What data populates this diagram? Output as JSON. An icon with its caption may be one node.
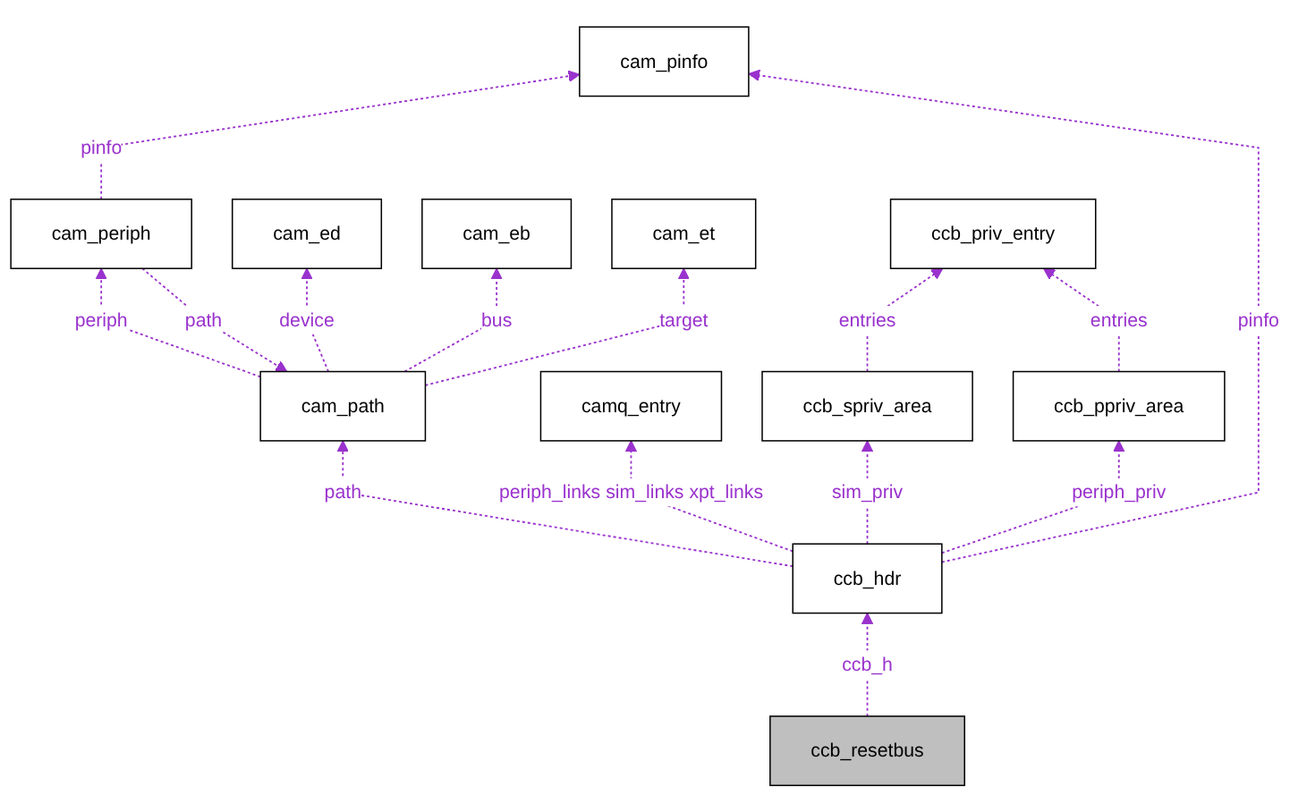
{
  "diagram": {
    "nodes": [
      {
        "text": [
          "cam_pinfo"
        ]
      },
      {
        "text": [
          "cam_periph"
        ]
      },
      {
        "text": [
          "cam_ed"
        ]
      },
      {
        "text": [
          "cam_eb"
        ]
      },
      {
        "text": [
          "cam_et"
        ]
      },
      {
        "text": [
          "ccb_priv_entry"
        ]
      },
      {
        "text": [
          "cam_path"
        ]
      },
      {
        "text": [
          "camq_entry"
        ]
      },
      {
        "text": [
          "ccb_spriv_area"
        ]
      },
      {
        "text": [
          "ccb_ppriv_area"
        ]
      },
      {
        "text": [
          "ccb_hdr"
        ]
      },
      {
        "text": [
          "ccb_resetbus"
        ]
      }
    ],
    "edges": [
      {
        "from": 1,
        "to": 0,
        "label": "pinfo",
        "arrow": "to",
        "style": "dashed"
      },
      {
        "from": 6,
        "to": 1,
        "label": "periph",
        "arrow": "to",
        "style": "dashed"
      },
      {
        "from": 1,
        "to": 6,
        "label": "path",
        "arrow": "to",
        "style": "dashed"
      },
      {
        "from": 6,
        "to": 2,
        "label": "device",
        "arrow": "to",
        "style": "dashed"
      },
      {
        "from": 6,
        "to": 3,
        "label": "bus",
        "arrow": "to",
        "style": "dashed"
      },
      {
        "from": 6,
        "to": 4,
        "label": "target",
        "arrow": "to",
        "style": "dashed"
      },
      {
        "from": 8,
        "to": 5,
        "label": "entries",
        "arrow": "to",
        "style": "dashed"
      },
      {
        "from": 9,
        "to": 5,
        "label": "entries",
        "arrow": "to",
        "style": "dashed"
      },
      {
        "from": 10,
        "to": 0,
        "label": "pinfo",
        "arrow": "to",
        "style": "dashed"
      },
      {
        "from": 10,
        "to": 6,
        "label": "path",
        "arrow": "to",
        "style": "dashed"
      },
      {
        "from": 10,
        "to": 7,
        "label": "periph_links sim_links xpt_links",
        "arrow": "to",
        "style": "dashed"
      },
      {
        "from": 10,
        "to": 8,
        "label": "sim_priv",
        "arrow": "to",
        "style": "dashed"
      },
      {
        "from": 10,
        "to": 9,
        "label": "periph_priv",
        "arrow": "to",
        "style": "dashed"
      },
      {
        "from": 11,
        "to": 10,
        "label": "ccb_h",
        "arrow": "to",
        "style": "dashed"
      }
    ]
  }
}
